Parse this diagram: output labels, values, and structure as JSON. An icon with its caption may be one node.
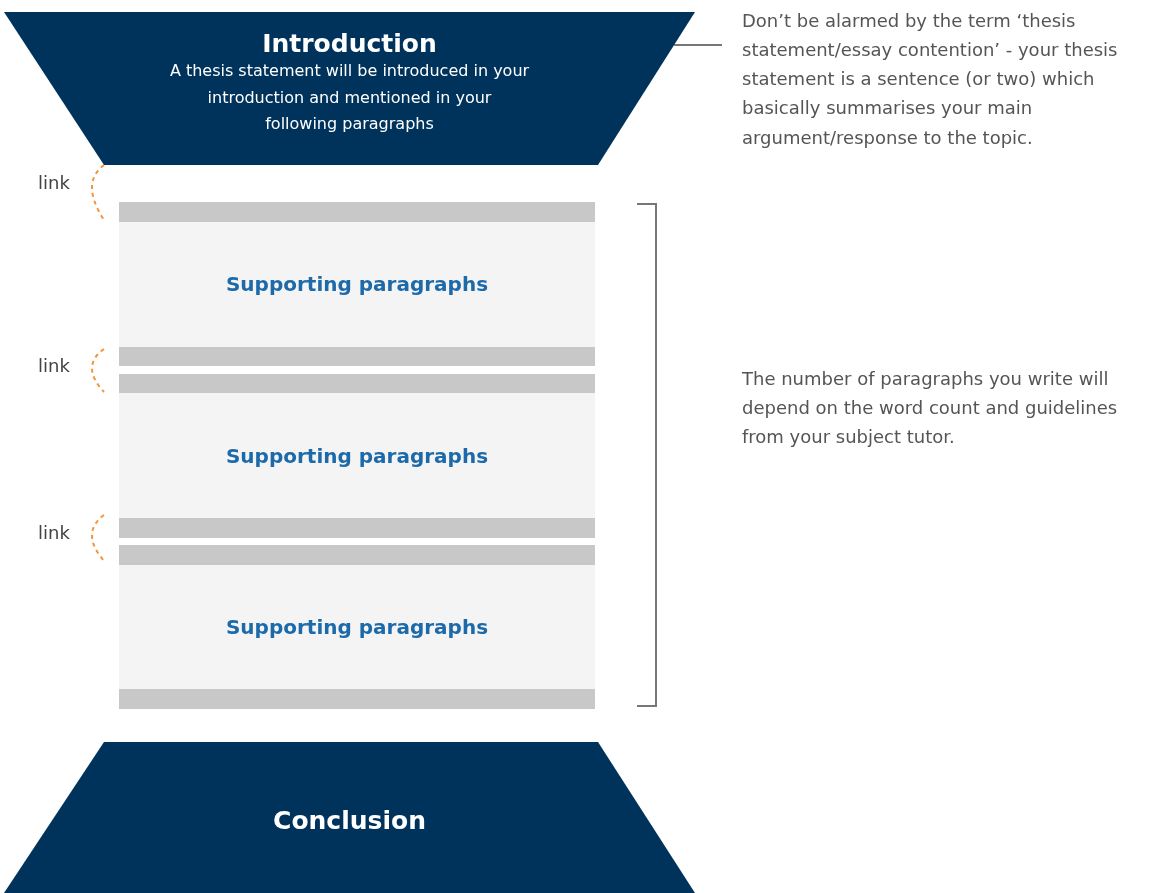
{
  "diagram": {
    "nodes": [
      {
        "text": [
          "Introduction",
          "A thesis statement will be introduced in your introduction and mentioned in your following paragraphs"
        ]
      },
      {
        "text": [
          "Don’t be alarmed by the term ‘thesis statement/essay contention’ - your thesis statement is a sentence (or two) which basically summarises your main argument/response to the topic."
        ]
      },
      {
        "text": [
          "Supporting paragraphs"
        ]
      },
      {
        "text": [
          "Supporting paragraphs"
        ]
      },
      {
        "text": [
          "Supporting paragraphs"
        ]
      },
      {
        "text": [
          "Conclusion"
        ]
      }
    ],
    "edges": [
      {
        "from": 1,
        "to": 0,
        "arrow": "none"
      }
    ],
    "labels": [
      "link",
      "link",
      "link",
      "The number of paragraphs you write will depend on the word count and guidelines from your subject tutor."
    ]
  }
}
